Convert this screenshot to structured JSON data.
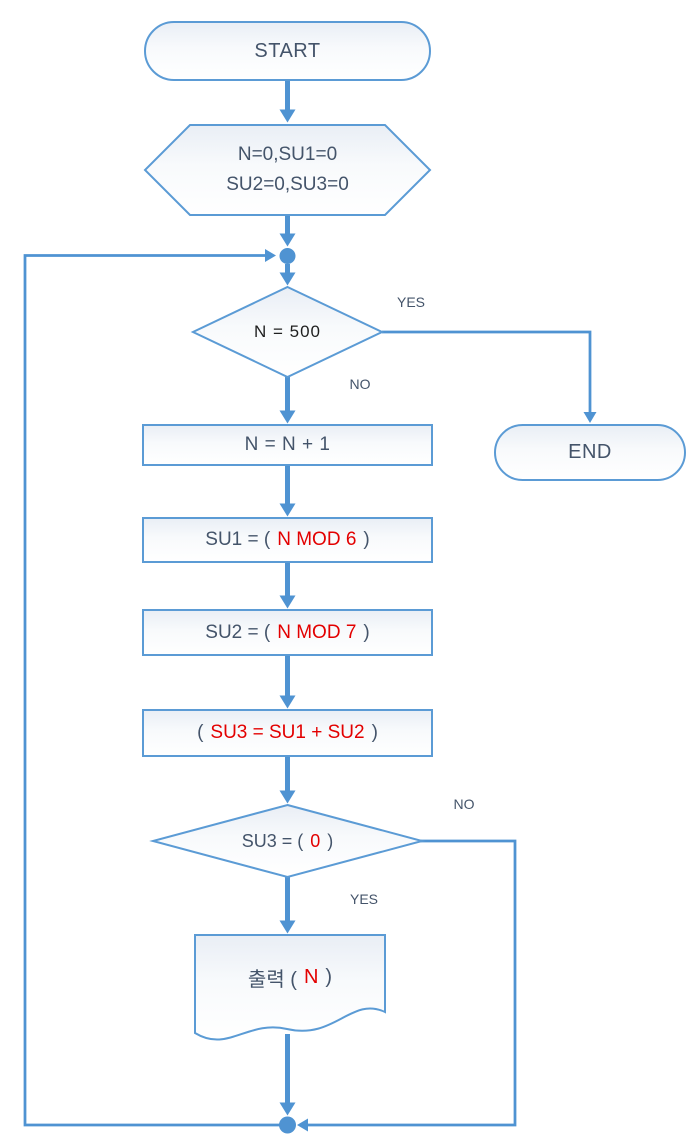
{
  "flowchart": {
    "start": {
      "label": "START"
    },
    "init": {
      "line1": "N=0,SU1=0",
      "line2": "SU2=0,SU3=0"
    },
    "loop_check": {
      "label": "N = 500",
      "yes_label": "YES",
      "no_label": "NO"
    },
    "end": {
      "label": "END"
    },
    "increment": {
      "label": "N = N + 1"
    },
    "mod6": {
      "prefix": "SU1 = (",
      "value": "N MOD 6",
      "suffix": ")"
    },
    "mod7": {
      "prefix": "SU2 = (",
      "value": "N MOD 7",
      "suffix": ")"
    },
    "sum": {
      "prefix": "(",
      "value": "SU3 = SU1 + SU2",
      "suffix": ")"
    },
    "zero_check": {
      "prefix": "SU3 = (",
      "value": "0",
      "suffix": ")",
      "no_label": "NO",
      "yes_label": "YES"
    },
    "output": {
      "prefix": "출력 (",
      "value": "N",
      "suffix": ")"
    },
    "colors": {
      "connector_blue": "#4f93d2",
      "shape_border_blue": "#5b9bd5",
      "red_text": "#e30000",
      "dark_text": "#44546a"
    }
  }
}
